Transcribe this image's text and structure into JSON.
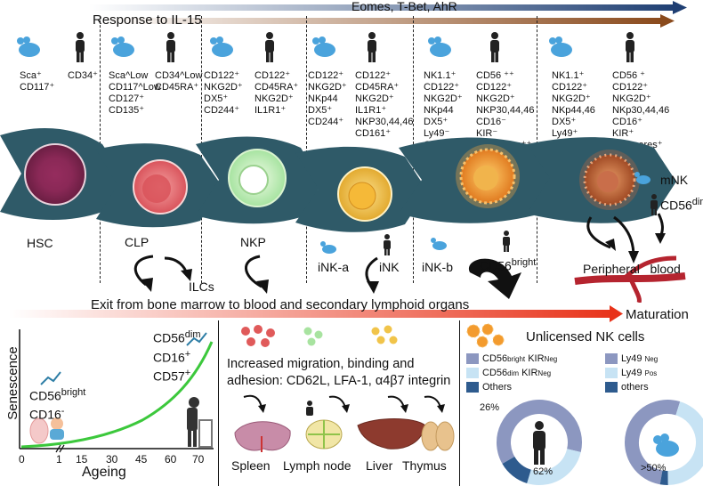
{
  "header": {
    "response_label": "Response to IL-15",
    "tf_label": "Eomes, T-Bet, AhR"
  },
  "stage_markers": [
    {
      "mouse": "Sca⁺\nCD117⁺",
      "human": "CD34⁺"
    },
    {
      "mouse": "Sca^Low\nCD117^Low\nCD127⁺\nCD135⁺",
      "human": "CD34^Low\nCD45RA⁺"
    },
    {
      "mouse": "CD122⁺\nNKG2D⁺\nDX5⁺\nCD244⁺",
      "human": "CD122⁺\nCD45RA⁺\nNKG2D⁺\nIL1R1⁺"
    },
    {
      "mouse": "CD122⁺\nNKG2D⁺\nNKp44\nDX5⁺\nCD244⁺",
      "human": "CD122⁺\nCD45RA⁺\nNKG2D⁺\nIL1R1⁺\nNKP30,44,46\nCD161⁺"
    },
    {
      "mouse": "NK1.1⁺\nCD122⁺\nNKG2D⁺\nNKp44\nDX5⁺\nLy49⁻\nCD244⁺",
      "human": "CD56 ⁺⁺\nCD122⁺\nNKG2D⁺\nNKP30,44,46\nCD16⁻\nKIR⁻\nTelomeres⁺⁺"
    },
    {
      "mouse": "NK1.1⁺\nCD122⁺\nNKG2D⁺\nNKp44,46\nDX5⁺\nLy49⁺\nCD244⁺\nCD11b⁺",
      "human": "CD56 ⁺\nCD122⁺\nNKG2D⁺\nNKp30,44,46\nCD16⁺\nKIR⁺\nTelomeres⁺"
    }
  ],
  "cells": {
    "hsc": "HSC",
    "clp": "CLP",
    "ilcs": "ILCs",
    "nkp": "NKP",
    "inka": "iNK-a",
    "ink": "iNK",
    "inkb": "iNK-b",
    "cd56bright_base": "CD56",
    "cd56bright_sup": "bright",
    "mnk": "mNK",
    "cd56dim_base": "CD56",
    "cd56dim_sup": "dim",
    "peripheral_blood": "Peripheral   blood"
  },
  "exit_label": "Exit from bone marrow to blood and secondary lymphoid organs",
  "maturation_label": "Maturation",
  "senescence_panel": {
    "ylabel": "Senescence",
    "xlabel": "Ageing",
    "x_ticks": [
      "0",
      "1",
      "15",
      "30",
      "45",
      "60",
      "70"
    ],
    "young_base": "CD56",
    "young_sup": "bright",
    "young_line2": "CD16",
    "young_sup2": "-",
    "old_base": "CD56",
    "old_sup": "dim",
    "old_line2": "CD16",
    "old_sup2": "+",
    "old_line3": "CD57",
    "old_sup3": "+"
  },
  "migration_panel": {
    "text_line1": "Increased migration, binding and",
    "text_line2": "adhesion: CD62L, LFA-1, α4β7 integrin",
    "organs": [
      "Spleen",
      "Lymph node",
      "Liver",
      "Thymus"
    ]
  },
  "unlicensed_panel": {
    "title": "Unlicensed NK cells",
    "human_legend": [
      {
        "base": "CD56",
        "sup": "bright",
        "tail": "KIR",
        "tail_sup": "Neg",
        "color": "#8c97c0"
      },
      {
        "base": "CD56",
        "sup": "dim",
        "tail": "KIR",
        "tail_sup": "Neg",
        "color": "#c7e3f4"
      },
      {
        "base": "Others",
        "sup": "",
        "tail": "",
        "tail_sup": "",
        "color": "#2e5b8e"
      }
    ],
    "mouse_legend": [
      {
        "base": "Ly49",
        "sup": "Neg",
        "color": "#8c97c0"
      },
      {
        "base": "Ly49",
        "sup": "Pos",
        "color": "#c7e3f4"
      },
      {
        "base": "others",
        "sup": "",
        "color": "#2e5b8e"
      }
    ],
    "human_pct_a": "26%",
    "human_pct_b": "62%",
    "mouse_pct": ">50%",
    "human_values": [
      62,
      26,
      12
    ],
    "mouse_values": [
      52,
      45,
      3
    ]
  }
}
